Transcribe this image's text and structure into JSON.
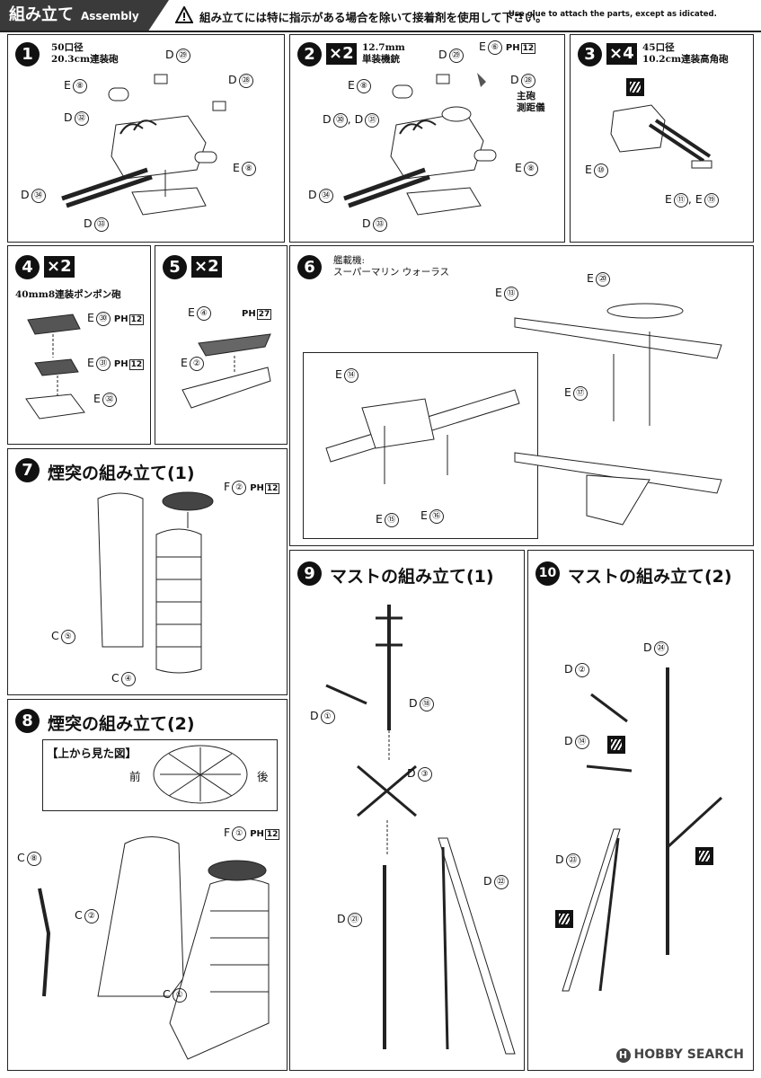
{
  "header": {
    "title_jp": "組み立て",
    "title_en": "Assembly",
    "note_jp": "組み立てには特に指示がある場合を除いて接着剤を使用して下さい。",
    "note_en": "Use glue to attach the parts, except as idicated."
  },
  "steps": [
    {
      "num": "1",
      "caption": [
        "50口径",
        "20.3cm連装砲"
      ],
      "labels": [
        {
          "p": "D",
          "n": "㉙"
        },
        {
          "p": "E",
          "n": "⑧"
        },
        {
          "p": "D",
          "n": "㉘"
        },
        {
          "p": "D",
          "n": "㉜"
        },
        {
          "p": "E",
          "n": "⑧"
        },
        {
          "p": "D",
          "n": "㉞"
        },
        {
          "p": "D",
          "n": "㉝"
        }
      ]
    },
    {
      "num": "2",
      "qty": "×2",
      "caption": [
        "12.7mm",
        "単装機銃"
      ],
      "labels": [
        {
          "p": "D",
          "n": "㉙"
        },
        {
          "p": "E",
          "n": "⑥"
        },
        {
          "p": "E",
          "n": "⑧"
        },
        {
          "p": "D",
          "n": "㉘"
        },
        {
          "p": "D",
          "n": "㉚"
        },
        {
          "p": "D",
          "n": "㉛"
        },
        {
          "p": "E",
          "n": "⑧"
        },
        {
          "p": "D",
          "n": "㉞"
        },
        {
          "p": "D",
          "n": "㉝"
        }
      ],
      "side_note": [
        "主砲",
        "測距儀"
      ]
    },
    {
      "num": "3",
      "qty": "×4",
      "caption": [
        "45口径",
        "10.2cm連装高角砲"
      ],
      "labels": [
        {
          "p": "E",
          "n": "⑩"
        },
        {
          "p": "E",
          "n": "⑪"
        },
        {
          "p": "E",
          "n": "⑲"
        }
      ]
    },
    {
      "num": "4",
      "qty": "×2",
      "caption": [
        "40mm8連装ポンポン砲"
      ],
      "labels": [
        {
          "p": "E",
          "n": "㉚",
          "ph": "12"
        },
        {
          "p": "E",
          "n": "㉛",
          "ph": "12"
        },
        {
          "p": "E",
          "n": "㉜"
        }
      ]
    },
    {
      "num": "5",
      "qty": "×2",
      "labels": [
        {
          "p": "E",
          "n": "④",
          "ph": "27"
        },
        {
          "p": "E",
          "n": "②"
        }
      ]
    },
    {
      "num": "6",
      "caption": [
        "艦載機:",
        "スーパーマリン ウォーラス"
      ],
      "labels": [
        {
          "p": "E",
          "n": "⑬"
        },
        {
          "p": "E",
          "n": "⑳"
        },
        {
          "p": "E",
          "n": "⑭"
        },
        {
          "p": "E",
          "n": "⑰"
        },
        {
          "p": "E",
          "n": "⑮"
        },
        {
          "p": "E",
          "n": "⑯"
        }
      ]
    },
    {
      "num": "7",
      "title": "煙突の組み立て(1)",
      "labels": [
        {
          "p": "F",
          "n": "②",
          "ph": "12"
        },
        {
          "p": "C",
          "n": "⑤"
        },
        {
          "p": "C",
          "n": "④"
        }
      ]
    },
    {
      "num": "8",
      "title": "煙突の組み立て(2)",
      "inset": {
        "title": "【上から見た図】",
        "front": "前",
        "rear": "後"
      },
      "labels": [
        {
          "p": "F",
          "n": "①",
          "ph": "12"
        },
        {
          "p": "C",
          "n": "⑧"
        },
        {
          "p": "C",
          "n": "②"
        },
        {
          "p": "C",
          "n": "①"
        }
      ]
    },
    {
      "num": "9",
      "title": "マストの組み立て(1)",
      "labels": [
        {
          "p": "D",
          "n": "①"
        },
        {
          "p": "D",
          "n": "⑱"
        },
        {
          "p": "D",
          "n": "③"
        },
        {
          "p": "D",
          "n": "㉒"
        },
        {
          "p": "D",
          "n": "㉑"
        }
      ]
    },
    {
      "num": "10",
      "title": "マストの組み立て(2)",
      "labels": [
        {
          "p": "D",
          "n": "㉔"
        },
        {
          "p": "D",
          "n": "②"
        },
        {
          "p": "D",
          "n": "⑭"
        },
        {
          "p": "D",
          "n": "㉓"
        }
      ]
    }
  ],
  "ph_prefix": "PH",
  "watermark": "HOBBY SEARCH"
}
